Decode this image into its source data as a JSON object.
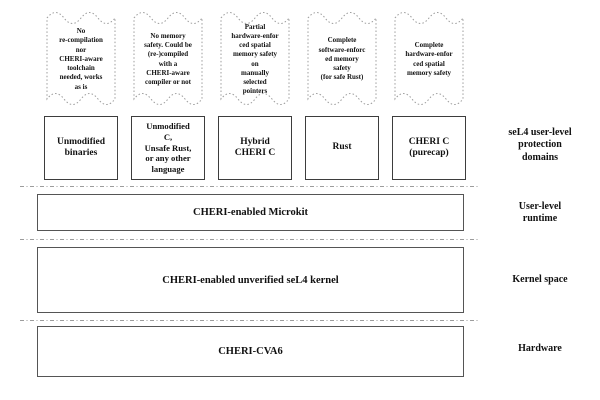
{
  "colors": {
    "ink": "#111111",
    "box-border": "#3d3d3d",
    "bar-border": "#555555",
    "dot": "#9c9c9c",
    "bg": "#ffffff"
  },
  "diagram": {
    "annotations": [
      {
        "text": "No\nre-compilation\nnor\nCHERI-aware\ntoolchain\nneeded, works\nas is"
      },
      {
        "text": "No memory\nsafety. Could be\n(re-)compiled\nwith a\nCHERI-aware\ncompiler or not"
      },
      {
        "text": "Partial\nhardware-enfor\nced spatial\nmemory safety\non\nmanually\nselected\npointers"
      },
      {
        "text": "Complete\nsoftware-enforc\ned memory\nsafety\n(for safe Rust)"
      },
      {
        "text": "Complete\nhardware-enfor\nced spatial\nmemory safety"
      }
    ],
    "domains": [
      {
        "label": "Unmodified\nbinaries"
      },
      {
        "label": "Unmodified\nC,\nUnsafe Rust,\nor any other\nlanguage"
      },
      {
        "label": "Hybrid\nCHERI C"
      },
      {
        "label": "Rust"
      },
      {
        "label": "CHERI C\n(purecap)"
      }
    ],
    "layers": [
      {
        "label": "CHERI-enabled Microkit"
      },
      {
        "label": "CHERI-enabled unverified seL4 kernel"
      },
      {
        "label": "CHERI-CVA6"
      }
    ],
    "side_labels": [
      {
        "label": "seL4 user-level\nprotection\ndomains"
      },
      {
        "label": "User-level\nruntime"
      },
      {
        "label": "Kernel space"
      },
      {
        "label": "Hardware"
      }
    ]
  }
}
